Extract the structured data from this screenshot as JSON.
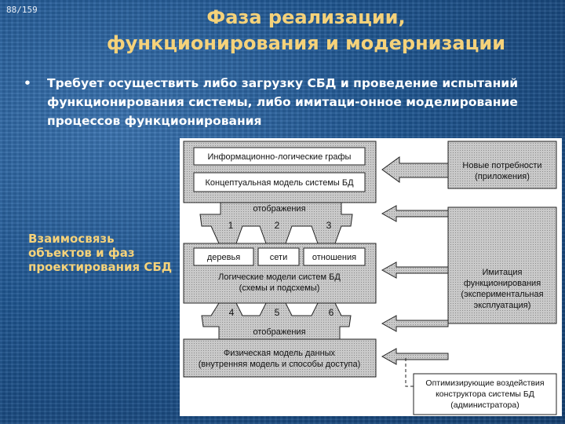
{
  "slide": {
    "page_number": "88/159",
    "title_line1": "Фаза реализации,",
    "title_line2": "функционирования и модернизации",
    "bullet_symbol": "•",
    "bullet_text": "Требует осуществить либо загрузку СБД и проведение испытаний функционирования системы, либо имитаци-онное моделирование процессов функционирования",
    "side_label": "Взаимосвязь объектов и фаз проектирования СБД"
  },
  "diagram": {
    "box_info_graphs": "Информационно-логические графы",
    "box_conceptual": "Концептуальная модель системы БД",
    "mapping_top": "отображения",
    "mapping_bottom": "отображения",
    "num1": "1",
    "num2": "2",
    "num3": "3",
    "num4": "4",
    "num5": "5",
    "num6": "6",
    "cell_trees": "деревья",
    "cell_networks": "сети",
    "cell_relations": "отношения",
    "logical_models_line1": "Логические модели систем БД",
    "logical_models_line2": "(схемы и подсхемы)",
    "physical_line1": "Физическая модель данных",
    "physical_line2": "(внутренняя модель и способы доступа)",
    "right_new_needs_line1": "Новые потребности",
    "right_new_needs_line2": "(приложения)",
    "right_imitation_line1": "Имитация",
    "right_imitation_line2": "функционирования",
    "right_imitation_line3": "(экспериментальная",
    "right_imitation_line4": "эксплуатация)",
    "right_optimizing_line1": "Оптимизирующие воздействия",
    "right_optimizing_line2": "конструктора системы БД",
    "right_optimizing_line3": "(администратора)"
  }
}
